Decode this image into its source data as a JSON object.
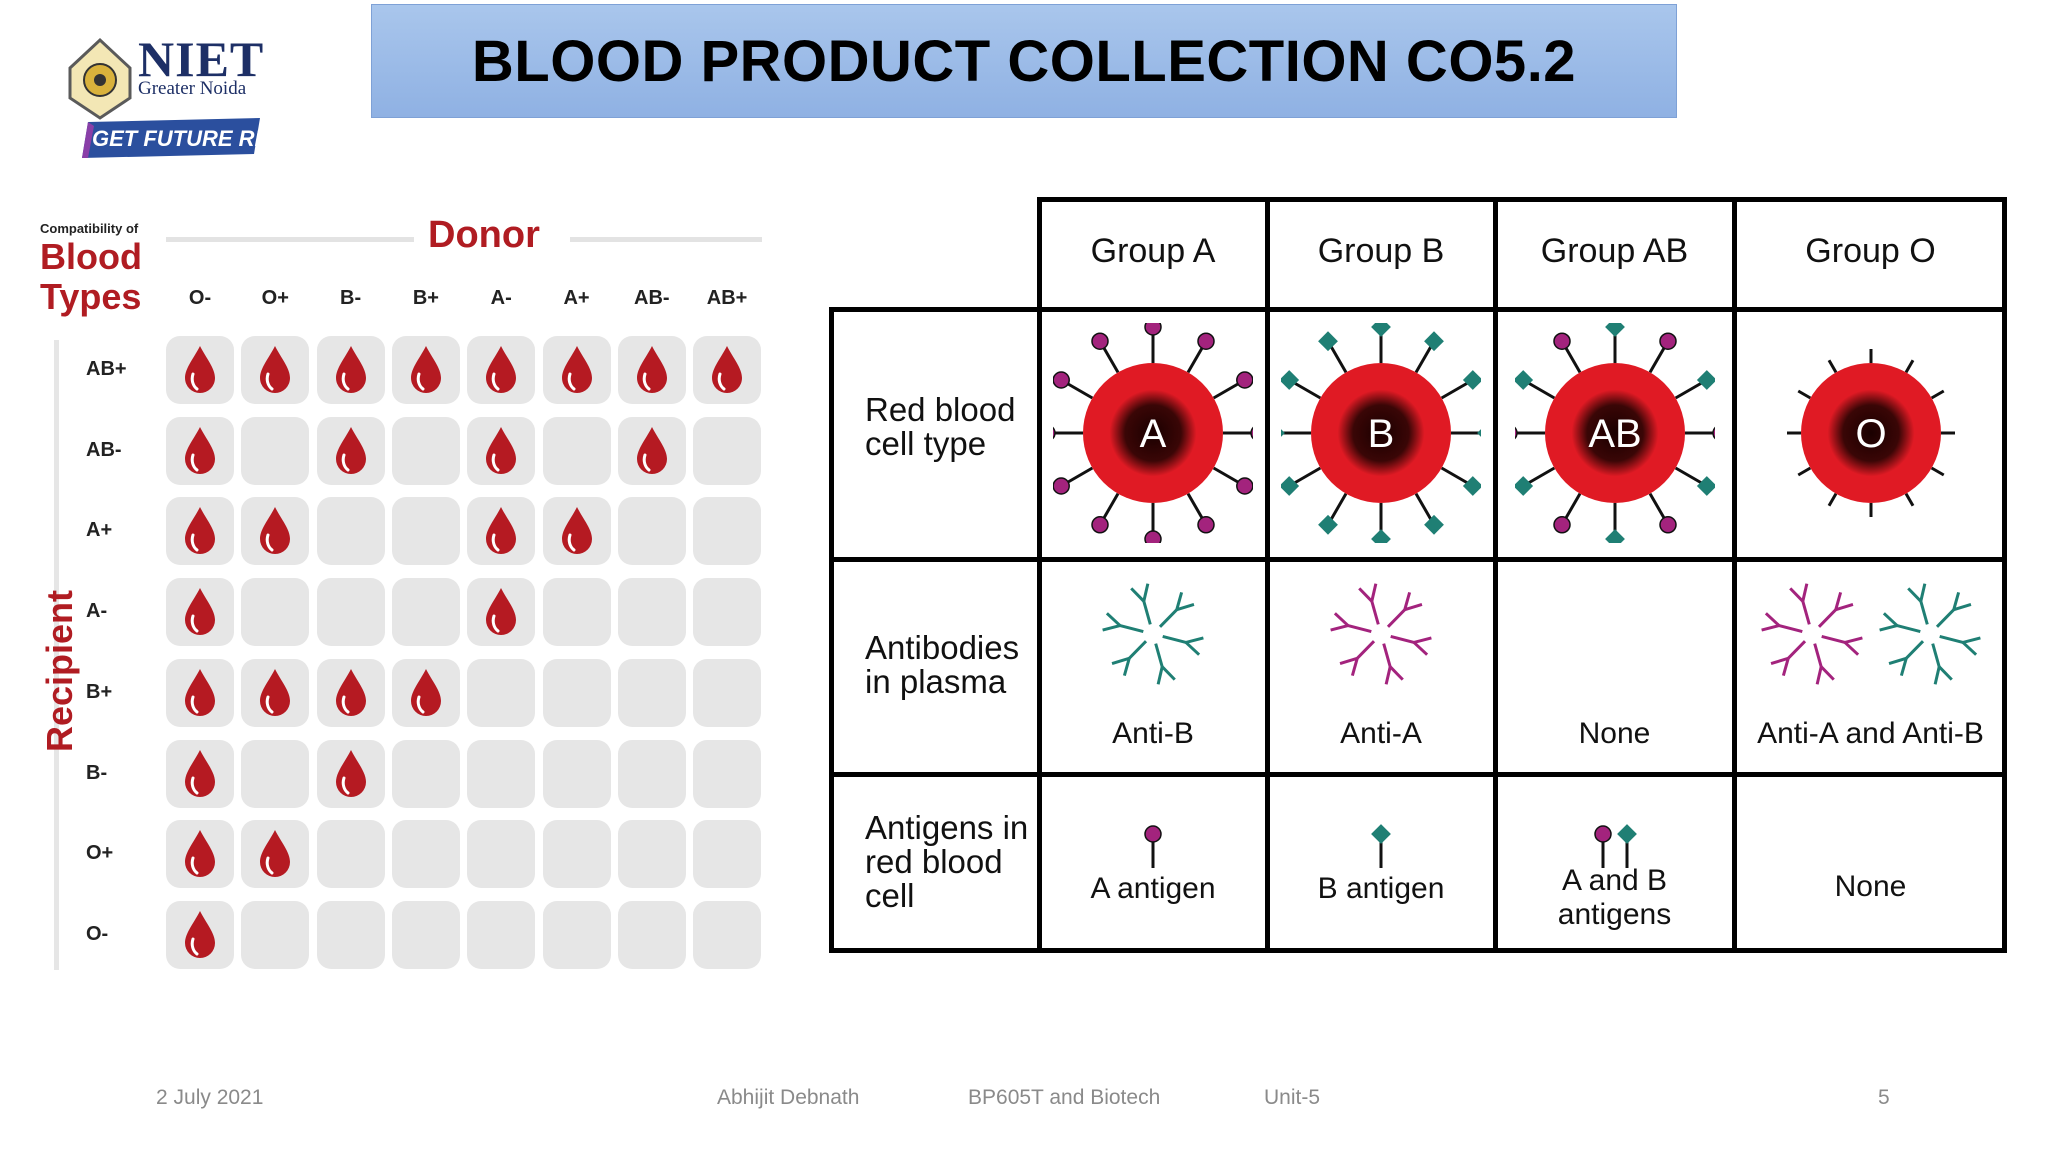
{
  "logo": {
    "name": "NIET",
    "sub": "Greater Noida",
    "tagline": "GET FUTURE READY"
  },
  "title": "BLOOD PRODUCT COLLECTION CO5.2",
  "compat_chart": {
    "heading_small": "Compatibility of",
    "heading_line1": "Blood",
    "heading_line2": "Types",
    "donor_label": "Donor",
    "recipient_label": "Recipient",
    "donor_types": [
      "O-",
      "O+",
      "B-",
      "B+",
      "A-",
      "A+",
      "AB-",
      "AB+"
    ],
    "recipient_types": [
      "AB+",
      "AB-",
      "A+",
      "A-",
      "B+",
      "B-",
      "O+",
      "O-"
    ],
    "compatibility": [
      [
        1,
        1,
        1,
        1,
        1,
        1,
        1,
        1
      ],
      [
        1,
        0,
        1,
        0,
        1,
        0,
        1,
        0
      ],
      [
        1,
        1,
        0,
        0,
        1,
        1,
        0,
        0
      ],
      [
        1,
        0,
        0,
        0,
        1,
        0,
        0,
        0
      ],
      [
        1,
        1,
        1,
        1,
        0,
        0,
        0,
        0
      ],
      [
        1,
        0,
        1,
        0,
        0,
        0,
        0,
        0
      ],
      [
        1,
        1,
        0,
        0,
        0,
        0,
        0,
        0
      ],
      [
        1,
        0,
        0,
        0,
        0,
        0,
        0,
        0
      ]
    ],
    "drop_color": "#b51a22",
    "cell_color": "#e6e6e6"
  },
  "blood_table": {
    "groups": [
      "Group A",
      "Group B",
      "Group AB",
      "Group O"
    ],
    "row_labels": {
      "rbc": [
        "Red blood",
        "cell type"
      ],
      "antibodies": [
        "Antibodies",
        "in plasma"
      ],
      "antigens": [
        "Antigens in",
        "red blood",
        "cell"
      ]
    },
    "cell_letters": [
      "A",
      "B",
      "AB",
      "O"
    ],
    "antibodies": [
      "Anti-B",
      "Anti-A",
      "None",
      "Anti-A and Anti-B"
    ],
    "antigens": [
      [
        "A antigen"
      ],
      [
        "B antigen"
      ],
      [
        "A and B",
        "antigens"
      ],
      [
        "None"
      ]
    ],
    "colors": {
      "a_antigen": "#a3237d",
      "b_antigen": "#1f7f74",
      "cell_red": "#e01a24"
    }
  },
  "footer": {
    "date": "2 July 2021",
    "author": "Abhijit  Debnath",
    "course": "BP605T and Biotech",
    "unit": "Unit-5",
    "page": "5"
  }
}
